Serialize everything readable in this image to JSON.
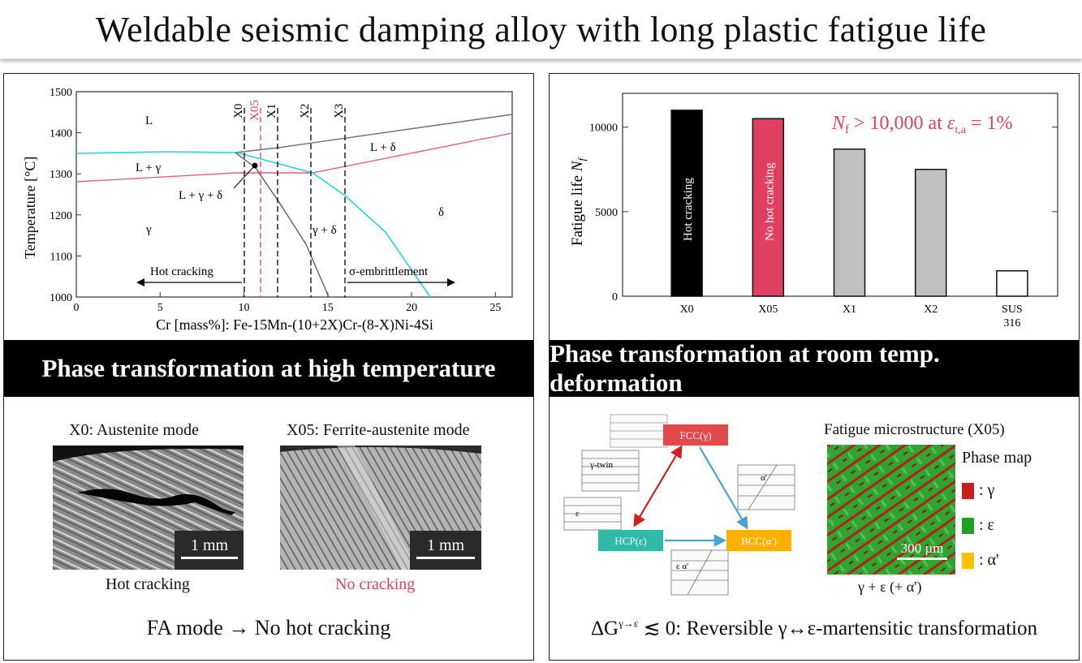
{
  "title": "Weldable seismic damping alloy with long plastic fatigue life",
  "left_panel": {
    "banner": "Phase transformation at high temperature",
    "phase_diagram": {
      "ylabel": "Temperature [°C]",
      "xlabel": "Cr [mass%]: Fe-15Mn-(10+2X)Cr-(8-X)Ni-4Si",
      "x_ticks": [
        "0",
        "5",
        "10",
        "15",
        "20",
        "25"
      ],
      "y_ticks": [
        "1000",
        "1100",
        "1200",
        "1300",
        "1400",
        "1500"
      ],
      "alloy_labels": [
        "X0",
        "X05",
        "X1",
        "X2",
        "X3"
      ],
      "region_labels": {
        "L": "L",
        "L_gamma": "L + γ",
        "L_delta": "L + δ",
        "L_gamma_delta": "L + γ + δ",
        "gamma": "γ",
        "gamma_delta": "γ + δ",
        "delta": "δ"
      },
      "hot_cracking": "Hot cracking",
      "sigma": "σ-embrittlement"
    },
    "micro_left_title": "X0: Austenite mode",
    "micro_right_title": "X05: Ferrite-austenite mode",
    "scale_bar": "1 mm",
    "left_caption": "Hot cracking",
    "right_caption": "No cracking",
    "bottom_text": "FA mode → No hot cracking"
  },
  "right_panel": {
    "banner": "Phase transformation at room temp. deformation",
    "chart_data": {
      "type": "bar",
      "categories": [
        "X0",
        "X05",
        "X1",
        "X2",
        "SUS 316"
      ],
      "values": [
        11000,
        10500,
        8700,
        7500,
        1500
      ],
      "ylabel": "Fatigue life N_f",
      "ylim": [
        0,
        12000
      ],
      "y_ticks": [
        "0",
        "5000",
        "10000"
      ],
      "bar_labels": [
        "Hot cracking",
        "No hot cracking",
        "",
        "",
        ""
      ],
      "annotation": "N_f > 10,000 at ε_t,a = 1%",
      "colors": [
        "#000000",
        "#e0405f",
        "#c0c0c0",
        "#c0c0c0",
        "#ffffff"
      ]
    },
    "transform": {
      "fcc": "FCC(γ)",
      "hcp": "HCP(ε)",
      "bcc": "BCC(α')",
      "twin": "γ-twin",
      "eps": "ε",
      "alpha": "α'",
      "eps_alpha": "ε  α'"
    },
    "fatigue_title": "Fatigue microstructure (X05)",
    "phase_map_title": "Phase map",
    "legend": [
      {
        "label": ": γ",
        "color": "#c81e1e"
      },
      {
        "label": ": ε",
        "color": "#1fa01f"
      },
      {
        "label": ": α'",
        "color": "#ffc000"
      }
    ],
    "scale_bar": "300 µm",
    "phase_caption": "γ + ε (+ α')",
    "bottom_text": "ΔG^γ→ε ≲ 0: Reversible γ↔ε-martensitic transformation"
  }
}
